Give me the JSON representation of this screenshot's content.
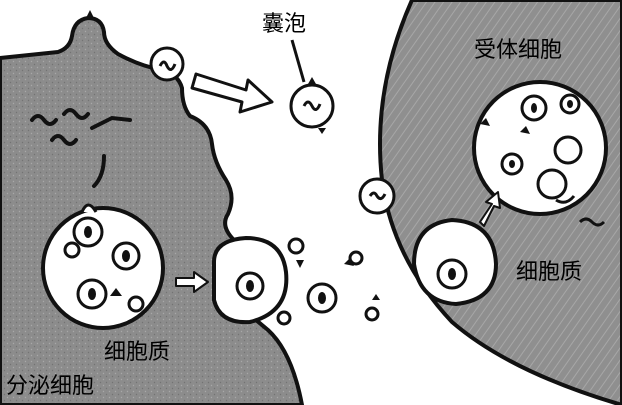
{
  "labels": {
    "vesicle": "囊泡",
    "receptor_cell": "受体细胞",
    "receptor_cytoplasm": "细胞质",
    "secretory_cytoplasm": "细胞质",
    "secretory_cell": "分泌细胞"
  },
  "colors": {
    "cell_fill": "#8c8c8c",
    "outline": "#111111",
    "vesicle_fill": "#ffffff",
    "background": "#ffffff"
  }
}
